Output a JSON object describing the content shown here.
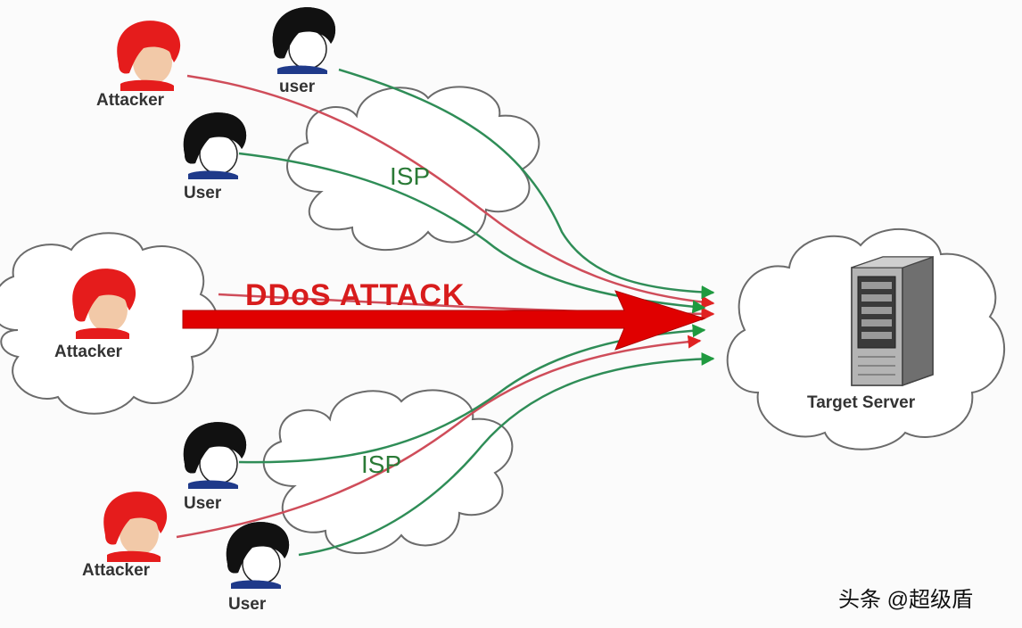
{
  "diagram": {
    "attack_label": "DDoS ATTACK",
    "isp_label": "ISP",
    "target_label": "Target Server",
    "watermark": "头条 @超级盾",
    "nodes": {
      "attacker_top": "Attacker",
      "user_top": "user",
      "user_upper": "User",
      "attacker_center": "Attacker",
      "user_lower": "User",
      "attacker_bottom": "Attacker",
      "user_bottom": "User"
    },
    "colors": {
      "attacker": "#e51c1c",
      "user_hair": "#111111",
      "user_shirt": "#1f3a8a",
      "attack_line": "#cf4d5a",
      "user_line": "#2f8d57",
      "main_arrow": "#e00000"
    }
  }
}
